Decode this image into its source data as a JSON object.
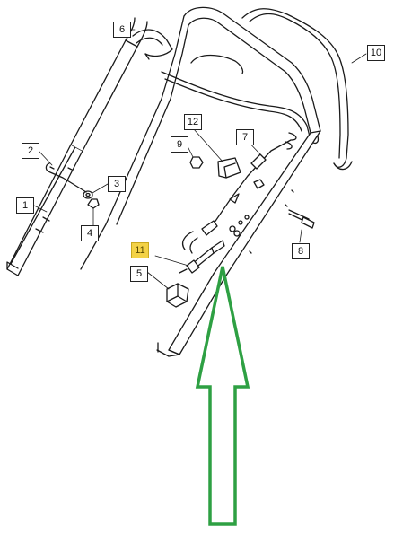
{
  "diagram": {
    "callouts": [
      {
        "id": "1",
        "label": "1",
        "highlighted": false
      },
      {
        "id": "2",
        "label": "2",
        "highlighted": false
      },
      {
        "id": "3",
        "label": "3",
        "highlighted": false
      },
      {
        "id": "4",
        "label": "4",
        "highlighted": false
      },
      {
        "id": "5",
        "label": "5",
        "highlighted": false
      },
      {
        "id": "6",
        "label": "6",
        "highlighted": false
      },
      {
        "id": "7",
        "label": "7",
        "highlighted": false
      },
      {
        "id": "8",
        "label": "8",
        "highlighted": false
      },
      {
        "id": "9",
        "label": "9",
        "highlighted": false
      },
      {
        "id": "10",
        "label": "10",
        "highlighted": false
      },
      {
        "id": "11",
        "label": "11",
        "highlighted": true
      },
      {
        "id": "12",
        "label": "12",
        "highlighted": false
      }
    ],
    "colors": {
      "line": "#1a1a1a",
      "highlight": "#f3d247",
      "arrow": "#2ea043"
    },
    "arrow_icon": "up-arrow-outline-icon"
  }
}
